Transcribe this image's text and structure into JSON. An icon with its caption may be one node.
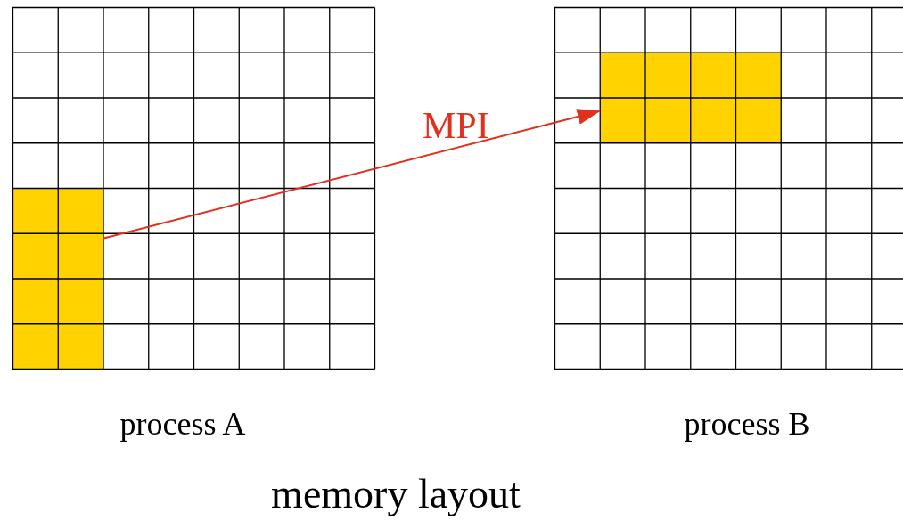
{
  "diagram": {
    "caption": "memory layout",
    "nodes": [
      {
        "text": [],
        "shape": "box",
        "beside": [
          "process A"
        ]
      },
      {
        "text": [],
        "shape": "box",
        "in": 0
      },
      {
        "text": [],
        "shape": "box",
        "beside": [
          "process B"
        ]
      },
      {
        "text": [],
        "shape": "box",
        "in": 2
      }
    ],
    "edges": [
      {
        "from": 1,
        "to": 3,
        "arrow": "to",
        "label": "MPI"
      }
    ]
  }
}
